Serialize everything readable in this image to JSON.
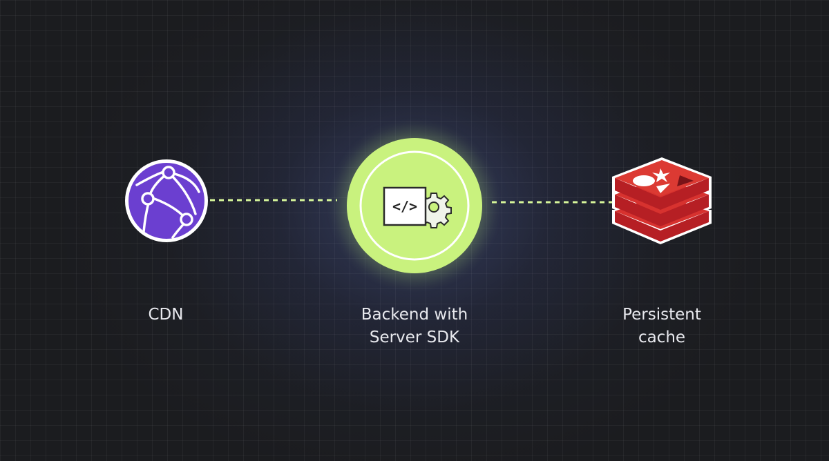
{
  "diagram": {
    "nodes": [
      {
        "id": "cdn",
        "label": "CDN",
        "icon": "cdn-network-icon",
        "color": "#6a3fcf"
      },
      {
        "id": "backend",
        "label": "Backend with\nServer SDK",
        "icon": "code-gear-icon",
        "color": "#c9f27e"
      },
      {
        "id": "cache",
        "label": "Persistent\ncache",
        "icon": "redis-stack-icon",
        "color": "#d42f2f"
      }
    ],
    "edges": [
      {
        "from": "cdn",
        "to": "backend",
        "style": "dashed",
        "color": "#c9f27e"
      },
      {
        "from": "backend",
        "to": "cache",
        "style": "dashed",
        "color": "#c9f27e"
      }
    ]
  }
}
